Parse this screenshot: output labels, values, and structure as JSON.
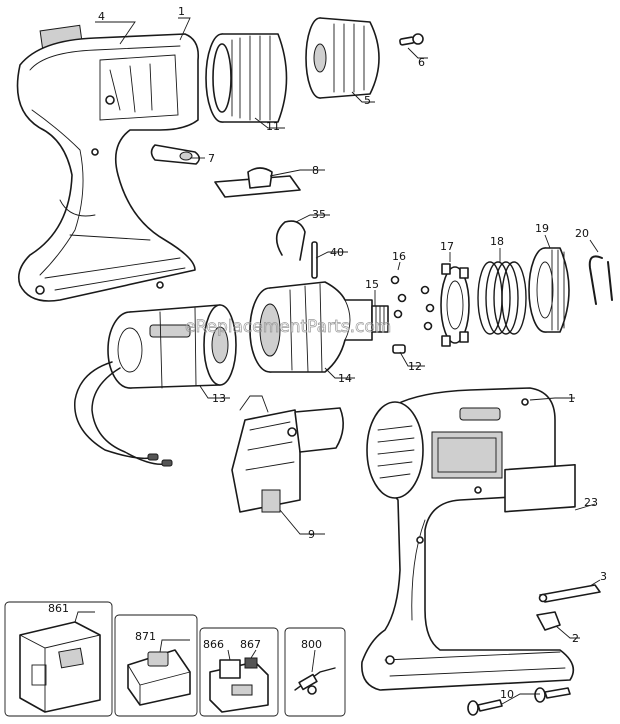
{
  "diagram": {
    "watermark": "eReplacementParts.com",
    "callouts": {
      "c4": "4",
      "c1a": "1",
      "c6": "6",
      "c5": "5",
      "c11": "11",
      "c7": "7",
      "c8": "8",
      "c35": "35",
      "c40": "40",
      "c16": "16",
      "c17": "17",
      "c18": "18",
      "c19": "19",
      "c20": "20",
      "c15": "15",
      "c12": "12",
      "c14": "14",
      "c13": "13",
      "c1b": "1",
      "c9": "9",
      "c23": "23",
      "c3": "3",
      "c2": "2",
      "c861": "861",
      "c871": "871",
      "c866": "866",
      "c867": "867",
      "c800": "800",
      "c10": "10"
    }
  }
}
